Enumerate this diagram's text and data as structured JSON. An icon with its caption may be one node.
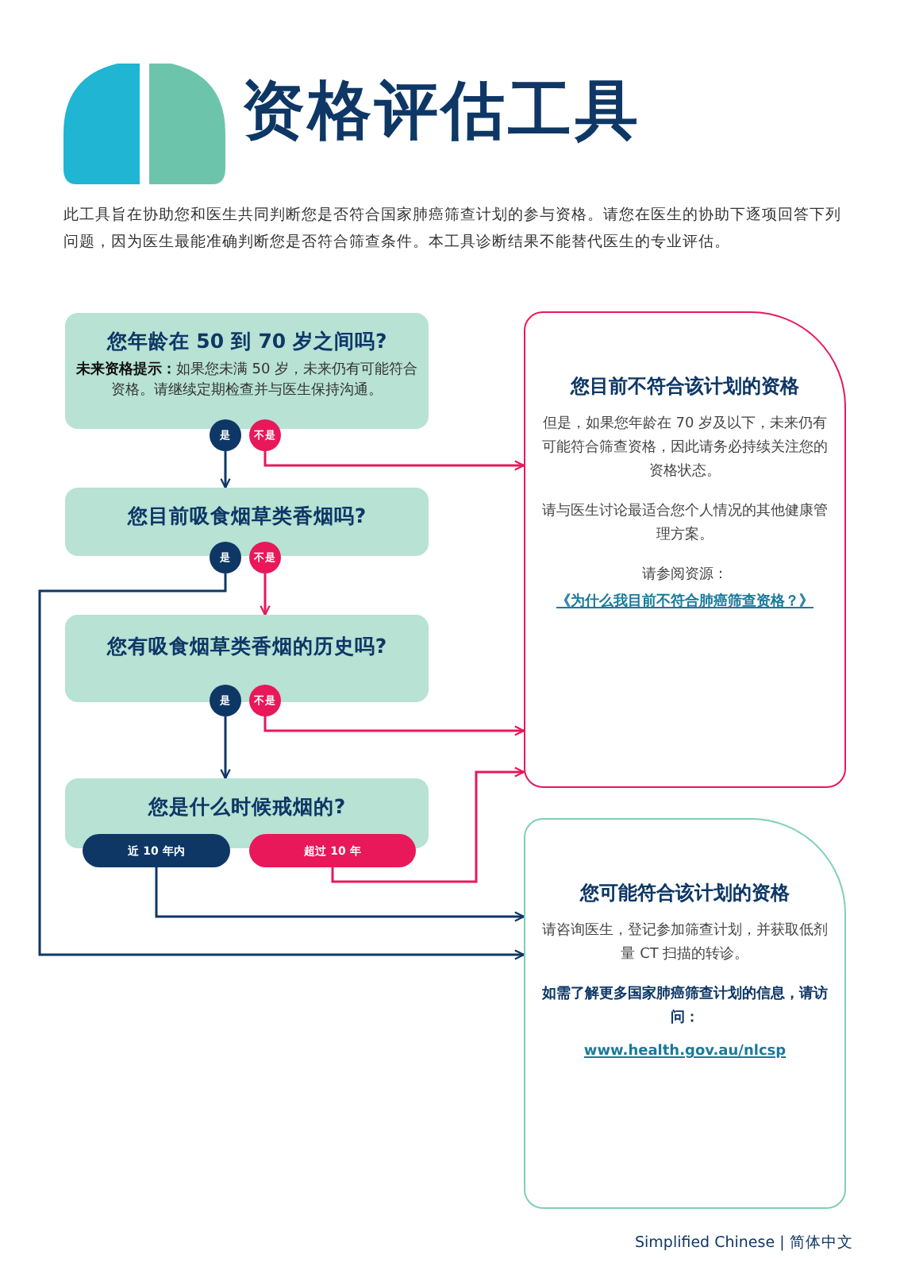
{
  "diagram": {
    "title": "资格评估工具",
    "nodes": [
      {
        "text": [
          "您年龄在 50 到 70 岁之间吗?",
          "**未来资格提示：**如果您未满 50 岁，未来仍有可能符合资格。请继续定期检查并与医生保持沟通。"
        ]
      },
      {
        "text": [
          "是"
        ]
      },
      {
        "text": [
          "不是"
        ]
      },
      {
        "text": [
          "您目前吸食烟草类香烟吗?"
        ]
      },
      {
        "text": [
          "是"
        ]
      },
      {
        "text": [
          "不是"
        ]
      },
      {
        "text": [
          "您有吸食烟草类香烟的历史吗?"
        ]
      },
      {
        "text": [
          "是"
        ]
      },
      {
        "text": [
          "不是"
        ]
      },
      {
        "text": [
          "您是什么时候戒烟的?"
        ]
      },
      {
        "text": [
          "近 10 年内"
        ]
      },
      {
        "text": [
          "超过 10 年"
        ]
      },
      {
        "text": [
          "您目前不符合该计划的资格",
          "但是，如果您年龄在 70 岁及以下，未来仍有可能符合筛查资格，因此请务必持续关注您的资格状态。",
          "请与医生讨论最适合您个人情况的其他健康管理方案。",
          "请参阅资源：",
          "《为什么我目前不符合肺癌筛查资格？》"
        ]
      },
      {
        "text": [
          "您可能符合该计划的资格",
          "请咨询医生，登记参加筛查计划，并获取低剂量 CT 扫描的转诊。",
          "如需了解更多国家肺癌筛查计划的信息，请访问：",
          "www.health.gov.au/nlcsp"
        ]
      }
    ],
    "edges": [
      {
        "from": 1,
        "to": 3,
        "arrow": "to"
      },
      {
        "from": 2,
        "to": 12,
        "arrow": "to",
        "color": "#e8185a"
      },
      {
        "from": 4,
        "to": 13,
        "arrow": "to"
      },
      {
        "from": 5,
        "to": 6,
        "arrow": "to",
        "color": "#e8185a"
      },
      {
        "from": 7,
        "to": 9,
        "arrow": "to"
      },
      {
        "from": 8,
        "to": 12,
        "arrow": "to",
        "color": "#e8185a"
      },
      {
        "from": 11,
        "to": 12,
        "arrow": "to",
        "color": "#e8185a"
      },
      {
        "from": 10,
        "to": 13,
        "arrow": "to"
      }
    ],
    "labels": [
      "此工具旨在协助您和医生共同判断您是否符合国家肺癌筛查计划的参与资格。请您在医生的协助下逐项回答下列问题，因为医生最能准确判断您是否符合筛查条件。本工具诊断结果不能替代医生的专业评估。",
      "Simplified Chinese | 简体中文"
    ]
  }
}
